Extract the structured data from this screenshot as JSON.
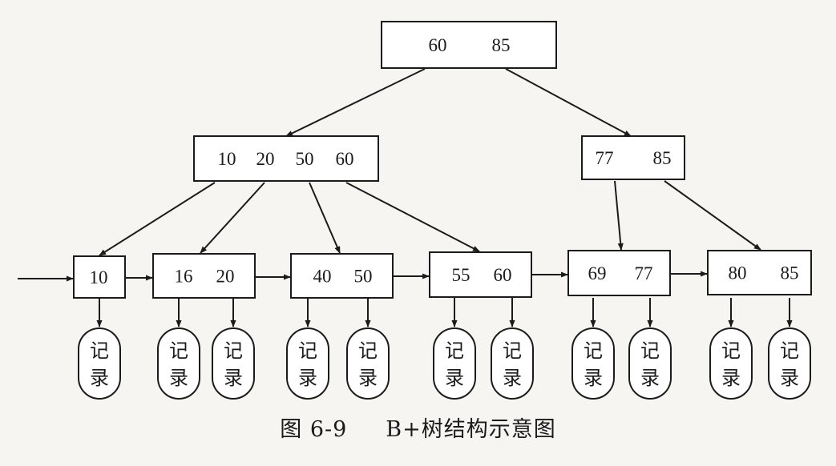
{
  "diagram": {
    "root": {
      "keys": [
        "60",
        "85"
      ]
    },
    "internal": [
      {
        "keys": [
          "10",
          "20",
          "50",
          "60"
        ]
      },
      {
        "keys": [
          "77",
          "85"
        ]
      }
    ],
    "leaves": [
      {
        "keys": [
          "10"
        ]
      },
      {
        "keys": [
          "16",
          "20"
        ]
      },
      {
        "keys": [
          "40",
          "50"
        ]
      },
      {
        "keys": [
          "55",
          "60"
        ]
      },
      {
        "keys": [
          "69",
          "77"
        ]
      },
      {
        "keys": [
          "80",
          "85"
        ]
      }
    ],
    "record_label": [
      "记",
      "录"
    ],
    "colors": {
      "stroke": "#1b1b1b",
      "background": "#f6f5f1",
      "box_fill": "#ffffff"
    }
  },
  "caption": {
    "figure_no": "图 6-9",
    "title": "B+树结构示意图"
  }
}
